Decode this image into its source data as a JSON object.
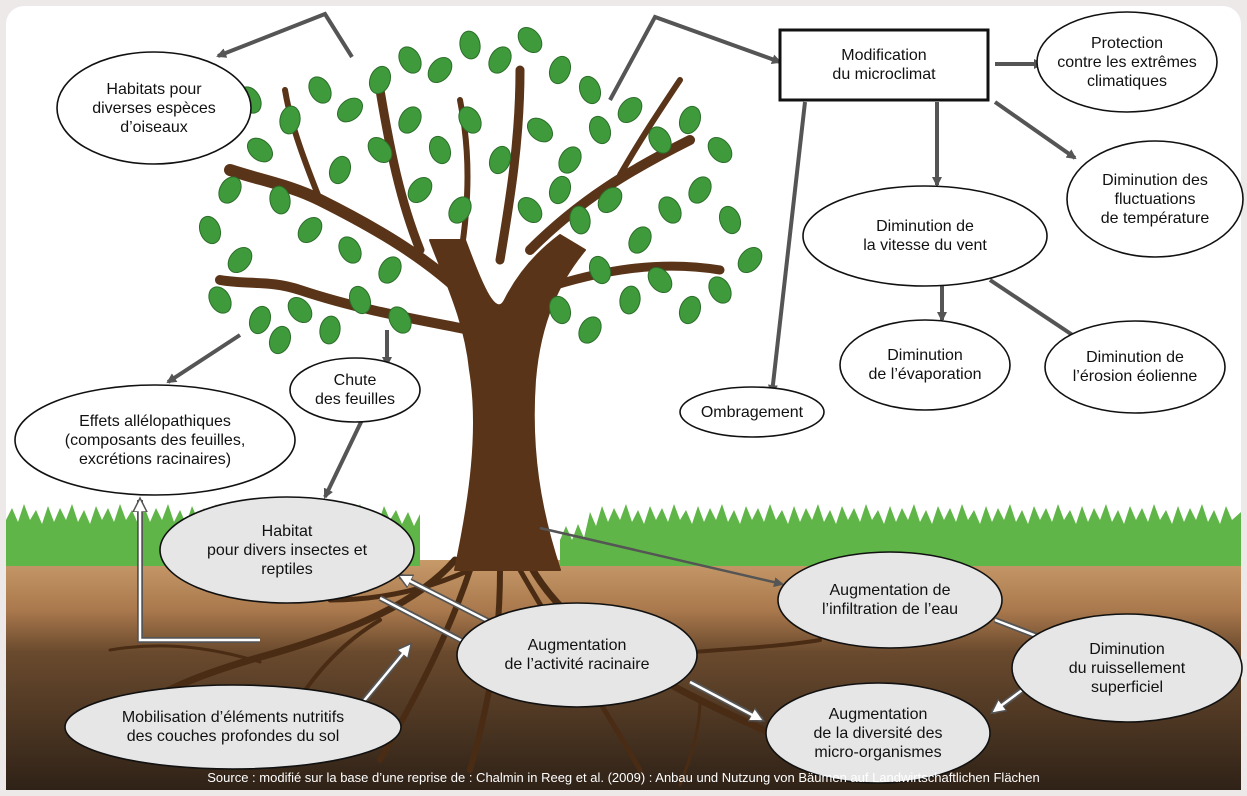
{
  "nodes": {
    "habitats_oiseaux": "Habitats pour\ndiverses espèces\nd’oiseaux",
    "modification_microclimat": "Modification\ndu microclimat",
    "protection_extremes": "Protection\ncontre les extrêmes\nclimatiques",
    "diminution_fluctuations": "Diminution des\nfluctuations\nde température",
    "diminution_vent": "Diminution de\nla vitesse du vent",
    "diminution_evaporation": "Diminution\nde l’évaporation",
    "diminution_erosion": "Diminution de\nl’érosion éolienne",
    "ombragement": "Ombragement",
    "chute_feuilles": "Chute\ndes feuilles",
    "effets_allelopathiques": "Effets allélopathiques\n(composants des feuilles,\nexcrétions racinaires)",
    "habitat_insectes": "Habitat\npour divers insectes et\nreptiles",
    "activite_racinaire": "Augmentation\nde l’activité racinaire",
    "infiltration_eau": "Augmentation de\nl’infiltration de l’eau",
    "ruissellement": "Diminution\ndu ruissellement\nsuperficiel",
    "mobilisation_nutritifs": "Mobilisation d’éléments nutritifs\ndes couches profondes du sol",
    "diversite_microorganismes": "Augmentation\nde la diversité des\nmicro-organismes"
  },
  "source": "Source : modifié sur la base d’une reprise de : Chalmin in Reeg et al. (2009) : Anbau und Nutzung von Bäumen auf Landwirtschaftlichen Flächen",
  "colors": {
    "background": "#ece9e8",
    "soil_top": "#b98a5c",
    "soil_deep": "#3a2a1d",
    "trunk": "#5a3418",
    "leaf": "#3f9a3c",
    "grass": "#5fb548",
    "arrow": "#555555",
    "bubble_above": "#ffffff",
    "bubble_below": "#e6e6e6"
  }
}
